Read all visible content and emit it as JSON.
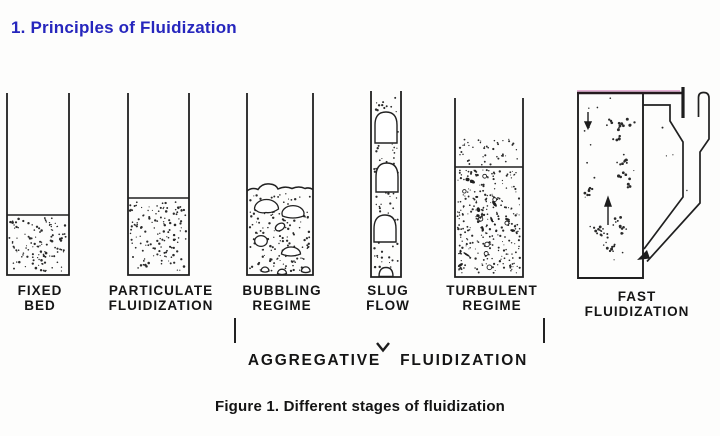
{
  "page": {
    "title": "1. Principles of Fluidization",
    "caption": "Figure 1. Different stages of fluidization"
  },
  "stages": [
    {
      "name": "fixed-bed",
      "line1": "FIXED",
      "line2": "BED"
    },
    {
      "name": "particulate-fluidization",
      "line1": "PARTICULATE",
      "line2": "FLUIDIZATION"
    },
    {
      "name": "bubbling-regime",
      "line1": "BUBBLING",
      "line2": "REGIME"
    },
    {
      "name": "slug-flow",
      "line1": "SLUG",
      "line2": "FLOW"
    },
    {
      "name": "turbulent-regime",
      "line1": "TURBULENT",
      "line2": "REGIME"
    },
    {
      "name": "fast-fluidization",
      "line1": "FAST",
      "line2": "FLUIDIZATION"
    }
  ],
  "bracket": {
    "word1": "AGGREGATIVE",
    "word2": "FLUIDIZATION"
  },
  "colors": {
    "title_blue": "#2626bd",
    "ink": "#1f1f1f"
  }
}
